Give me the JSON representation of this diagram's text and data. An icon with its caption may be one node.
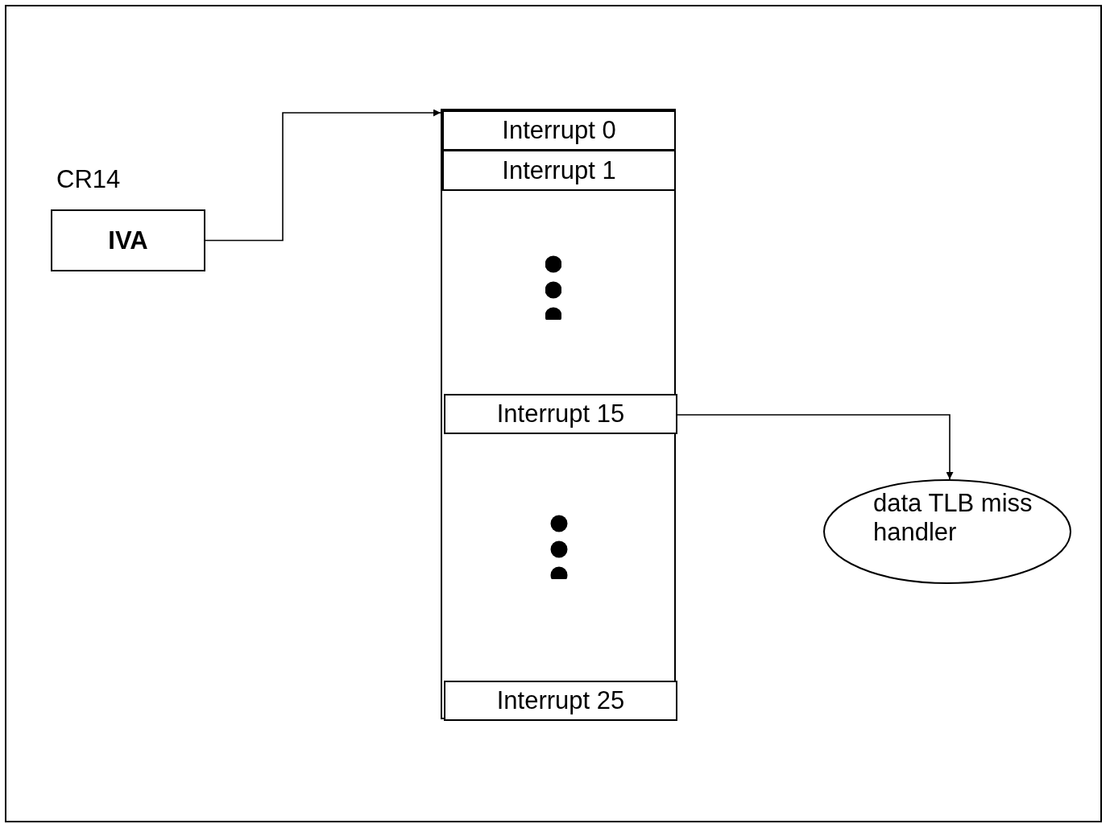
{
  "diagram": {
    "nodes": [
      {
        "text": [
          "CR14",
          "IVA"
        ]
      },
      {
        "text": [],
        "shape": "box"
      },
      {
        "text": [
          "Interrupt 0"
        ],
        "in": 1
      },
      {
        "text": [
          "Interrupt 1"
        ],
        "in": 1
      },
      {
        "text": [
          "Interrupt 15"
        ],
        "in": 1
      },
      {
        "text": [
          "Interrupt 25"
        ],
        "in": 1
      },
      {
        "text": [
          "data TLB miss handler"
        ]
      }
    ],
    "edges": [
      {
        "from": 0,
        "to": 1,
        "arrow": "to"
      },
      {
        "from": 4,
        "to": 6,
        "arrow": "to"
      }
    ]
  }
}
